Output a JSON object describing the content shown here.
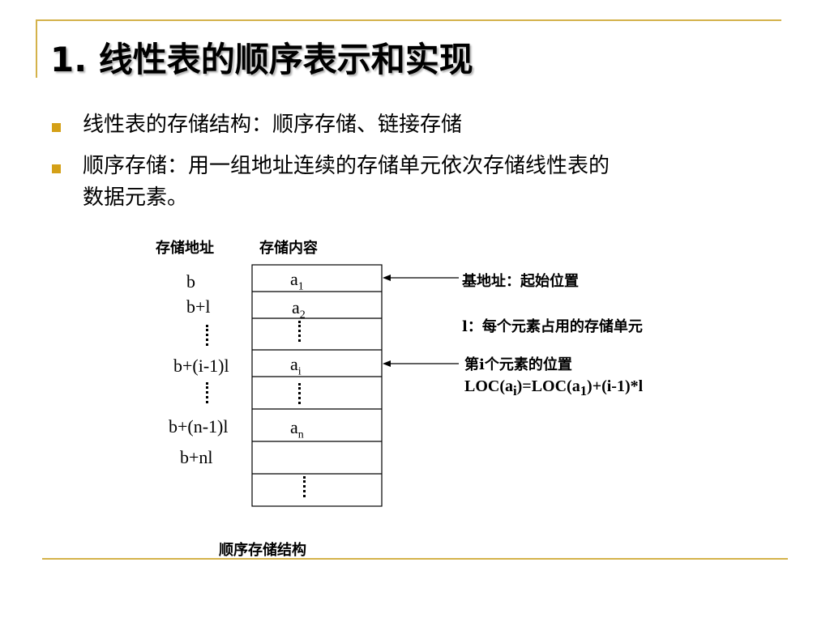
{
  "slide": {
    "title": "1. 线性表的顺序表示和实现",
    "bullets": [
      {
        "line1": "线性表的存储结构：顺序存储、链接存储",
        "line2": ""
      },
      {
        "line1": "顺序存储：用一组地址连续的存储单元依次存储线性表的",
        "line2": "数据元素。"
      }
    ]
  },
  "diagram": {
    "header_address": "存储地址",
    "header_content": "存储内容",
    "addresses": [
      "b",
      "b+l",
      "b+(i-1)l",
      "b+(n-1)l",
      "b+nl"
    ],
    "cells": [
      {
        "base": "a",
        "sub": "1"
      },
      {
        "base": "a",
        "sub": "2"
      },
      {
        "base": "a",
        "sub": "i"
      },
      {
        "base": "a",
        "sub": "n"
      }
    ],
    "annotation_base": "基地址：起始位置",
    "annotation_l": "l：每个元素占用的存储单元",
    "annotation_ith": "第i个元素的位置",
    "formula": {
      "p1": "LOC(a",
      "s1": "i",
      "p2": ")=LOC(a",
      "s2": "1",
      "p3": ")+(i-1)*l"
    },
    "caption": "顺序存储结构"
  }
}
